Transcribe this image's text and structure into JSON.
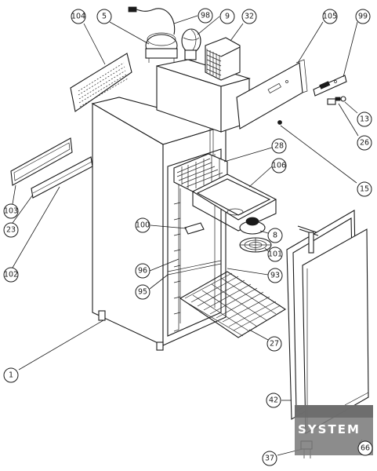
{
  "callouts": [
    {
      "id": "c104",
      "label": "104"
    },
    {
      "id": "c5",
      "label": "5"
    },
    {
      "id": "c98",
      "label": "98"
    },
    {
      "id": "c9",
      "label": "9"
    },
    {
      "id": "c32",
      "label": "32"
    },
    {
      "id": "c105",
      "label": "105"
    },
    {
      "id": "c99",
      "label": "99"
    },
    {
      "id": "c13",
      "label": "13"
    },
    {
      "id": "c26",
      "label": "26"
    },
    {
      "id": "c15",
      "label": "15"
    },
    {
      "id": "c28",
      "label": "28"
    },
    {
      "id": "c106",
      "label": "106"
    },
    {
      "id": "c103",
      "label": "103"
    },
    {
      "id": "c23",
      "label": "23"
    },
    {
      "id": "c102",
      "label": "102"
    },
    {
      "id": "c100",
      "label": "100"
    },
    {
      "id": "c8",
      "label": "8"
    },
    {
      "id": "c101",
      "label": "101"
    },
    {
      "id": "c96",
      "label": "96"
    },
    {
      "id": "c93",
      "label": "93"
    },
    {
      "id": "c95",
      "label": "95"
    },
    {
      "id": "c27",
      "label": "27"
    },
    {
      "id": "c1",
      "label": "1"
    },
    {
      "id": "c42",
      "label": "42"
    },
    {
      "id": "c37",
      "label": "37"
    },
    {
      "id": "c66",
      "label": "66"
    }
  ],
  "watermark": {
    "text": "SYSTEM"
  }
}
